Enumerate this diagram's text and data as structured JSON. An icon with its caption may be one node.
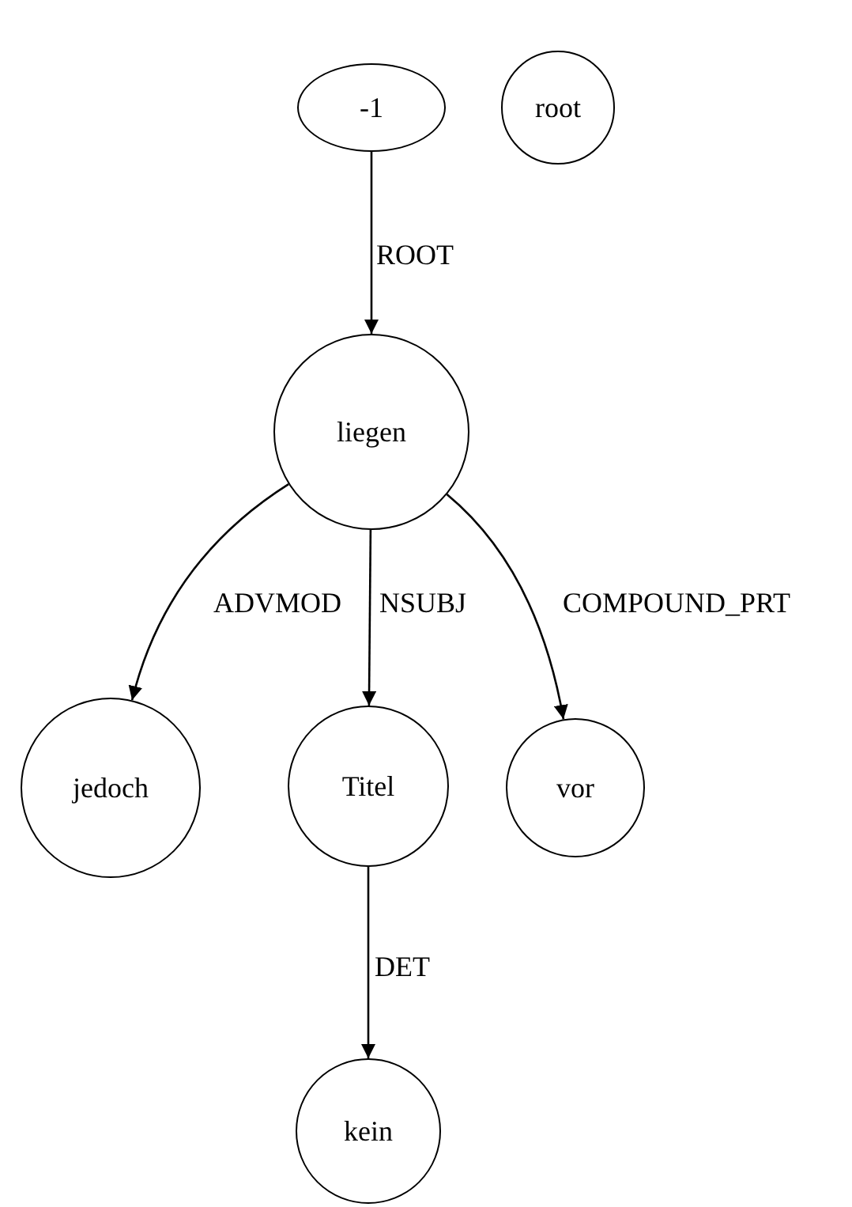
{
  "diagram": {
    "nodes": [
      {
        "text": [
          "-1"
        ]
      },
      {
        "text": [
          "root"
        ]
      },
      {
        "text": [
          "liegen"
        ]
      },
      {
        "text": [
          "jedoch"
        ]
      },
      {
        "text": [
          "Titel"
        ]
      },
      {
        "text": [
          "vor"
        ]
      },
      {
        "text": [
          "kein"
        ]
      }
    ],
    "edges": [
      {
        "from": 0,
        "to": 2,
        "arrow": "to",
        "label": "ROOT"
      },
      {
        "from": 2,
        "to": 3,
        "arrow": "to",
        "label": "ADVMOD"
      },
      {
        "from": 2,
        "to": 4,
        "arrow": "to",
        "label": "NSUBJ"
      },
      {
        "from": 2,
        "to": 5,
        "arrow": "to",
        "label": "COMPOUND_PRT"
      },
      {
        "from": 4,
        "to": 6,
        "arrow": "to",
        "label": "DET"
      }
    ]
  }
}
